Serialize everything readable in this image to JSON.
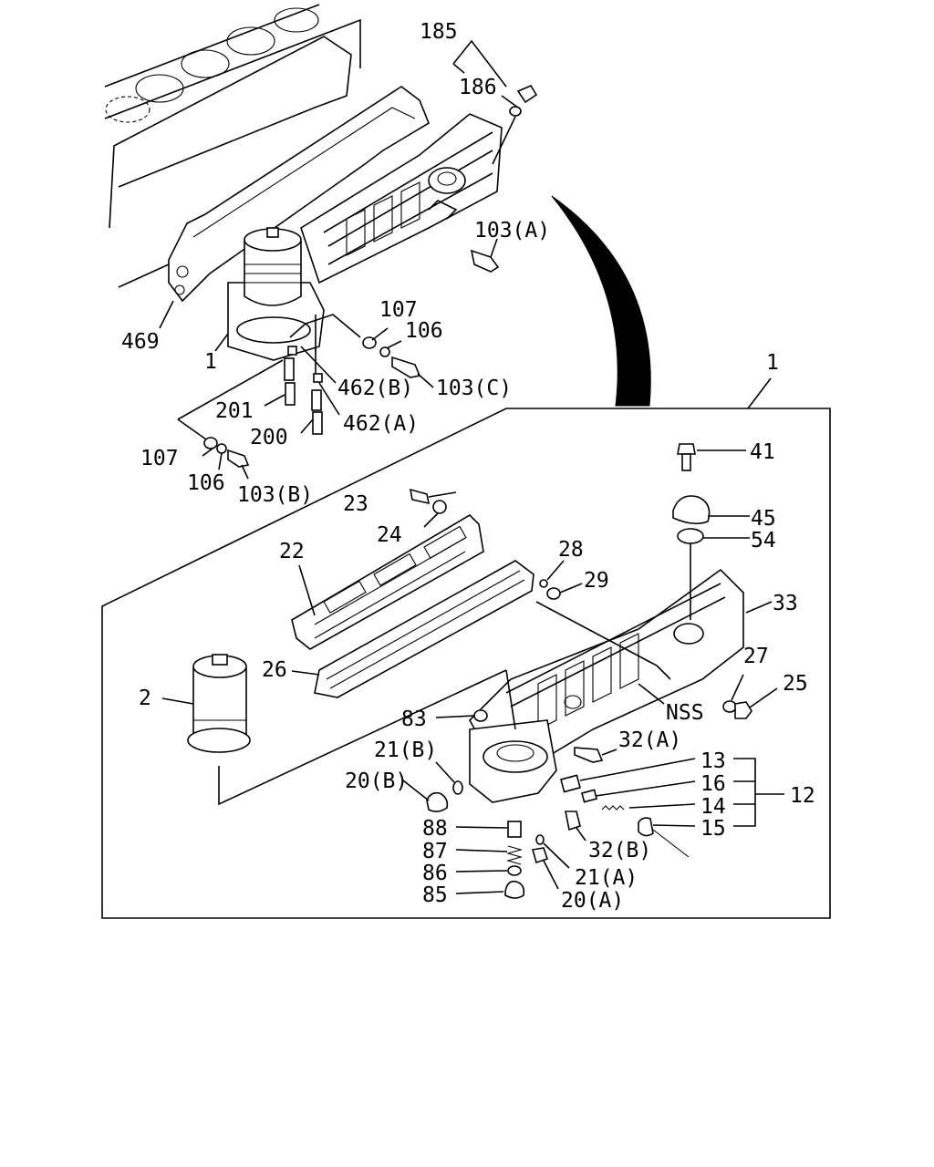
{
  "labels": {
    "p185": "185",
    "p186": "186",
    "p103a": "103(A)",
    "p469": "469",
    "p1_top": "1",
    "p107_top": "107",
    "p106_top": "106",
    "p103c": "103(C)",
    "p462b": "462(B)",
    "p462a": "462(A)",
    "p201": "201",
    "p200": "200",
    "p107_bot": "107",
    "p106_bot": "106",
    "p103b": "103(B)",
    "p1_box": "1",
    "p41": "41",
    "p45": "45",
    "p54": "54",
    "p23": "23",
    "p24": "24",
    "p22": "22",
    "p28": "28",
    "p29": "29",
    "p33": "33",
    "p26": "26",
    "p27": "27",
    "p25": "25",
    "p2": "2",
    "pNSS": "NSS",
    "p83": "83",
    "p32a": "32(A)",
    "p21b": "21(B)",
    "p13": "13",
    "p16": "16",
    "p12": "12",
    "p20b": "20(B)",
    "p14": "14",
    "p15": "15",
    "p88": "88",
    "p32b": "32(B)",
    "p87": "87",
    "p86": "86",
    "p21a": "21(A)",
    "p85": "85",
    "p20a": "20(A)"
  }
}
